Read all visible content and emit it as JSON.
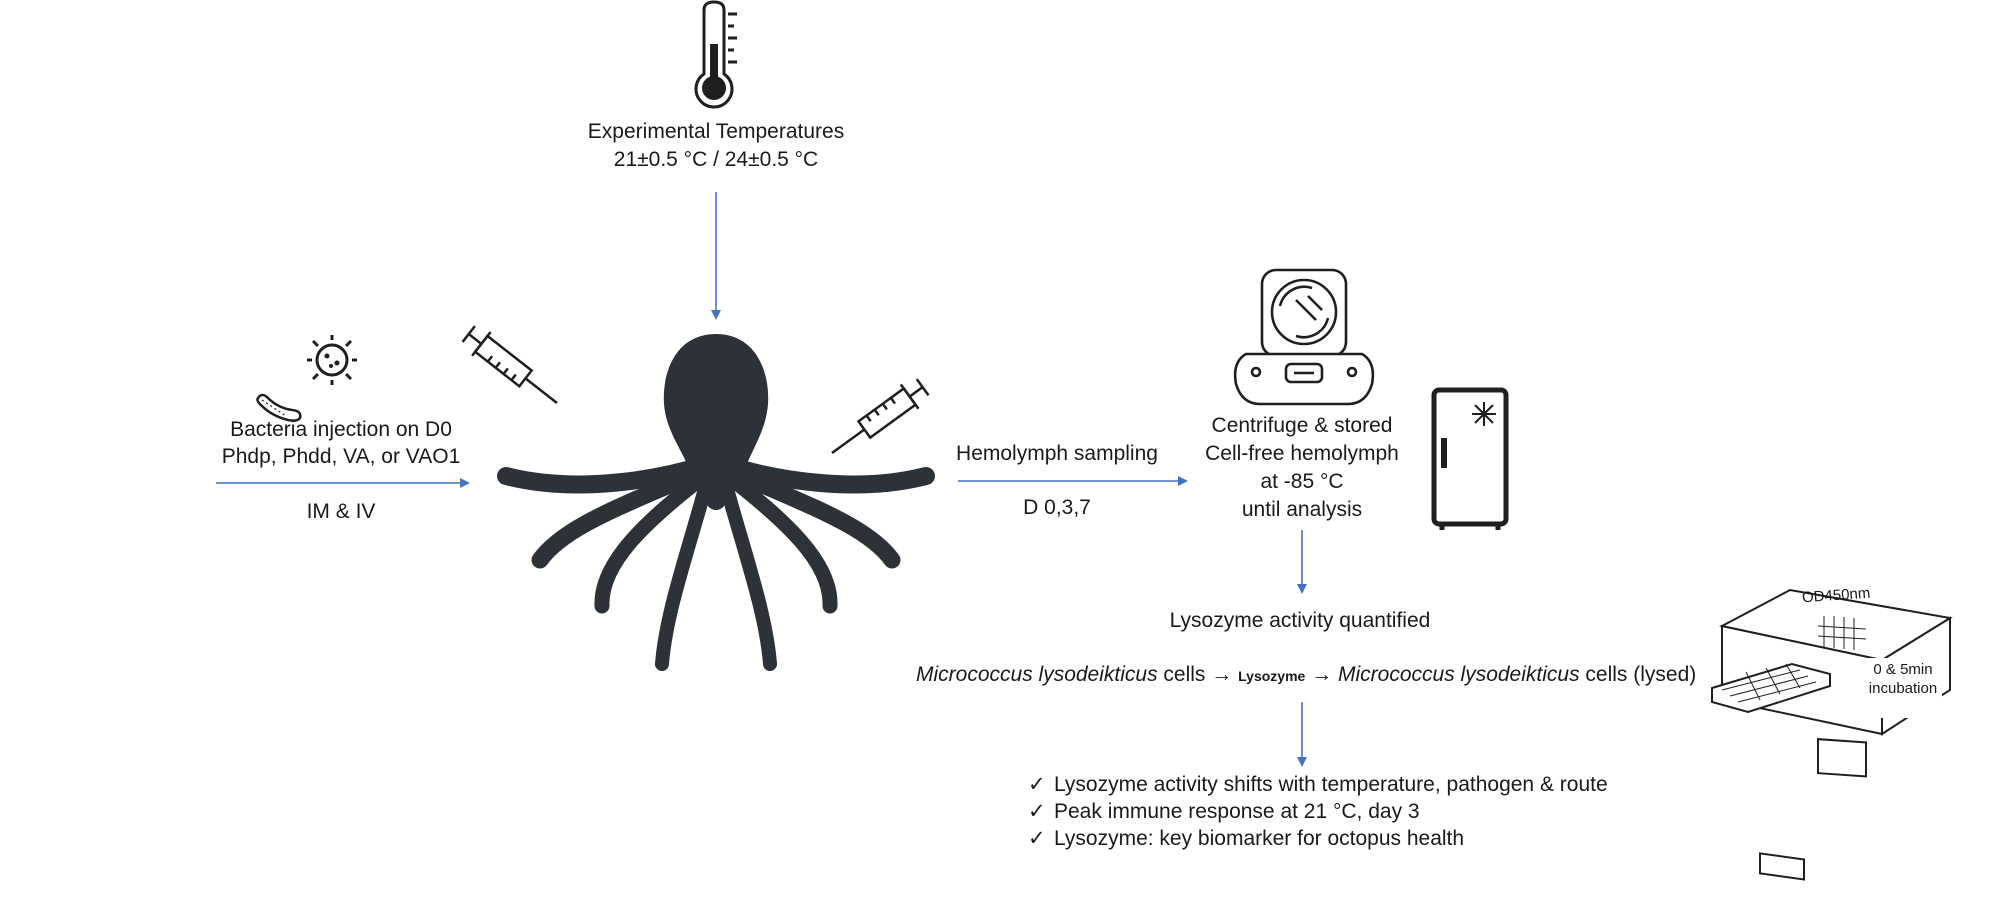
{
  "temperature": {
    "icon": "thermometer-icon",
    "title": "Experimental Temperatures",
    "values": "21±0.5 °C / 24±0.5 °C"
  },
  "injection": {
    "line1": "Bacteria injection on D0",
    "line2": "Phdp, Phdd, VA, or VAO1",
    "route": "IM & IV",
    "icons": [
      "virus-icon",
      "bacteria-icon",
      "syringe-icon",
      "octopus-icon"
    ]
  },
  "sampling": {
    "label": "Hemolymph sampling",
    "days": "D 0,3,7"
  },
  "storage": {
    "line1": "Centrifuge & stored",
    "line2": "Cell-free hemolymph",
    "line3": "at -85 °C",
    "line4": "until analysis",
    "icons": [
      "centrifuge-icon",
      "freezer-icon"
    ]
  },
  "assay": {
    "title": "Lysozyme activity quantified",
    "species": "Micrococcus lysodeikticus",
    "cells": "cells",
    "arrow": "→",
    "enzyme": "Lysozyme",
    "lysed": "cells (lysed)",
    "reader_label": "OD450nm",
    "incubation_line1": "0 & 5min",
    "incubation_line2": "incubation"
  },
  "findings": {
    "check": "✓",
    "items": [
      "Lysozyme activity shifts with temperature, pathogen & route",
      "Peak immune response at 21 °C, day 3",
      "Lysozyme: key biomarker for octopus health"
    ]
  },
  "colors": {
    "arrow": "#4472c4",
    "icon": "#2d3138",
    "text": "#1a1a1a"
  }
}
